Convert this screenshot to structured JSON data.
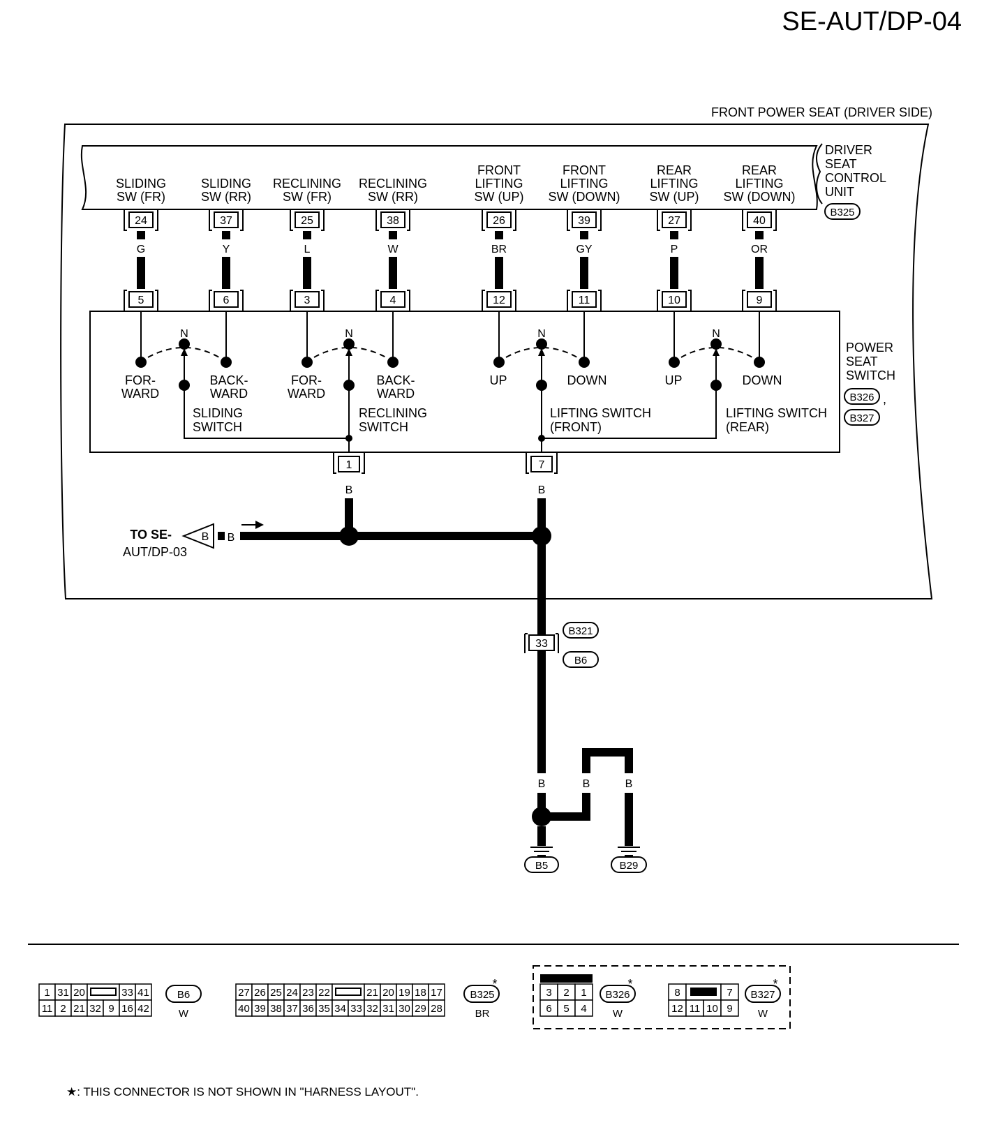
{
  "page_code": "SE-AUT/DP-04",
  "frame_title": "FRONT POWER SEAT (DRIVER SIDE)",
  "control_unit": {
    "label": [
      "DRIVER",
      "SEAT",
      "CONTROL",
      "UNIT"
    ],
    "connector": "B325",
    "terminals": [
      {
        "label": [
          "",
          "SLIDING",
          "SW (FR)"
        ],
        "pin": "24",
        "color": "G",
        "switch_pin": "5"
      },
      {
        "label": [
          "",
          "SLIDING",
          "SW (RR)"
        ],
        "pin": "37",
        "color": "Y",
        "switch_pin": "6"
      },
      {
        "label": [
          "",
          "RECLINING",
          "SW (FR)"
        ],
        "pin": "25",
        "color": "L",
        "switch_pin": "3"
      },
      {
        "label": [
          "",
          "RECLINING",
          "SW (RR)"
        ],
        "pin": "38",
        "color": "W",
        "switch_pin": "4"
      },
      {
        "label": [
          "FRONT",
          "LIFTING",
          "SW (UP)"
        ],
        "pin": "26",
        "color": "BR",
        "switch_pin": "12"
      },
      {
        "label": [
          "FRONT",
          "LIFTING",
          "SW (DOWN)"
        ],
        "pin": "39",
        "color": "GY",
        "switch_pin": "11"
      },
      {
        "label": [
          "REAR",
          "LIFTING",
          "SW (UP)"
        ],
        "pin": "27",
        "color": "P",
        "switch_pin": "10"
      },
      {
        "label": [
          "REAR",
          "LIFTING",
          "SW (DOWN)"
        ],
        "pin": "40",
        "color": "OR",
        "switch_pin": "9"
      }
    ]
  },
  "power_seat_switch": {
    "label": [
      "POWER",
      "SEAT",
      "SWITCH"
    ],
    "connectors": [
      "B326",
      "B327"
    ],
    "separator": ",",
    "switches": [
      {
        "name": [
          "SLIDING",
          "SWITCH"
        ],
        "neutral": "N",
        "left": [
          "FOR-",
          "WARD"
        ],
        "right": [
          "BACK-",
          "WARD"
        ]
      },
      {
        "name": [
          "RECLINING",
          "SWITCH"
        ],
        "neutral": "N",
        "left": [
          "FOR-",
          "WARD"
        ],
        "right": [
          "BACK-",
          "WARD"
        ]
      },
      {
        "name": [
          "LIFTING SWITCH",
          "(FRONT)"
        ],
        "neutral": "N",
        "left": [
          "UP"
        ],
        "right": [
          "DOWN"
        ]
      },
      {
        "name": [
          "LIFTING SWITCH",
          "(REAR)"
        ],
        "neutral": "N",
        "left": [
          "UP"
        ],
        "right": [
          "DOWN"
        ]
      }
    ],
    "common_pins": [
      "1",
      "7"
    ],
    "common_wire_color": "B"
  },
  "to_link": {
    "text": [
      "TO SE-",
      "AUT/DP-03"
    ],
    "color_in": "B",
    "color_out": "B"
  },
  "junction": {
    "pin": "33",
    "connectors": [
      "B321",
      "B6"
    ],
    "color_above": "B",
    "color_below": "B"
  },
  "grounds": {
    "colors": [
      "B",
      "B",
      "B"
    ],
    "points": [
      "B5",
      "B29"
    ]
  },
  "connector_views": [
    {
      "id": "B6",
      "color": "W",
      "star": false,
      "row1": [
        "1",
        "31",
        "20",
        "",
        "33",
        "41"
      ],
      "row2": [
        "11",
        "2",
        "21",
        "32",
        "9",
        "16",
        "42"
      ]
    },
    {
      "id": "B325",
      "color": "BR",
      "star": true,
      "star_mark": "*",
      "row1": [
        "27",
        "26",
        "25",
        "24",
        "23",
        "22",
        "",
        "21",
        "20",
        "19",
        "18",
        "17"
      ],
      "row2": [
        "40",
        "39",
        "38",
        "37",
        "36",
        "35",
        "34",
        "33",
        "32",
        "31",
        "30",
        "29",
        "28"
      ]
    },
    {
      "id": "B326",
      "color": "W",
      "star": true,
      "star_mark": "*",
      "row1": [
        "3",
        "2",
        "1"
      ],
      "row2": [
        "6",
        "5",
        "4"
      ]
    },
    {
      "id": "B327",
      "color": "W",
      "star": true,
      "star_mark": "*",
      "row1": [
        "8",
        "",
        "7"
      ],
      "row2": [
        "12",
        "11",
        "10",
        "9"
      ]
    }
  ],
  "footnote": "★: THIS CONNECTOR IS NOT SHOWN IN \"HARNESS LAYOUT\"."
}
